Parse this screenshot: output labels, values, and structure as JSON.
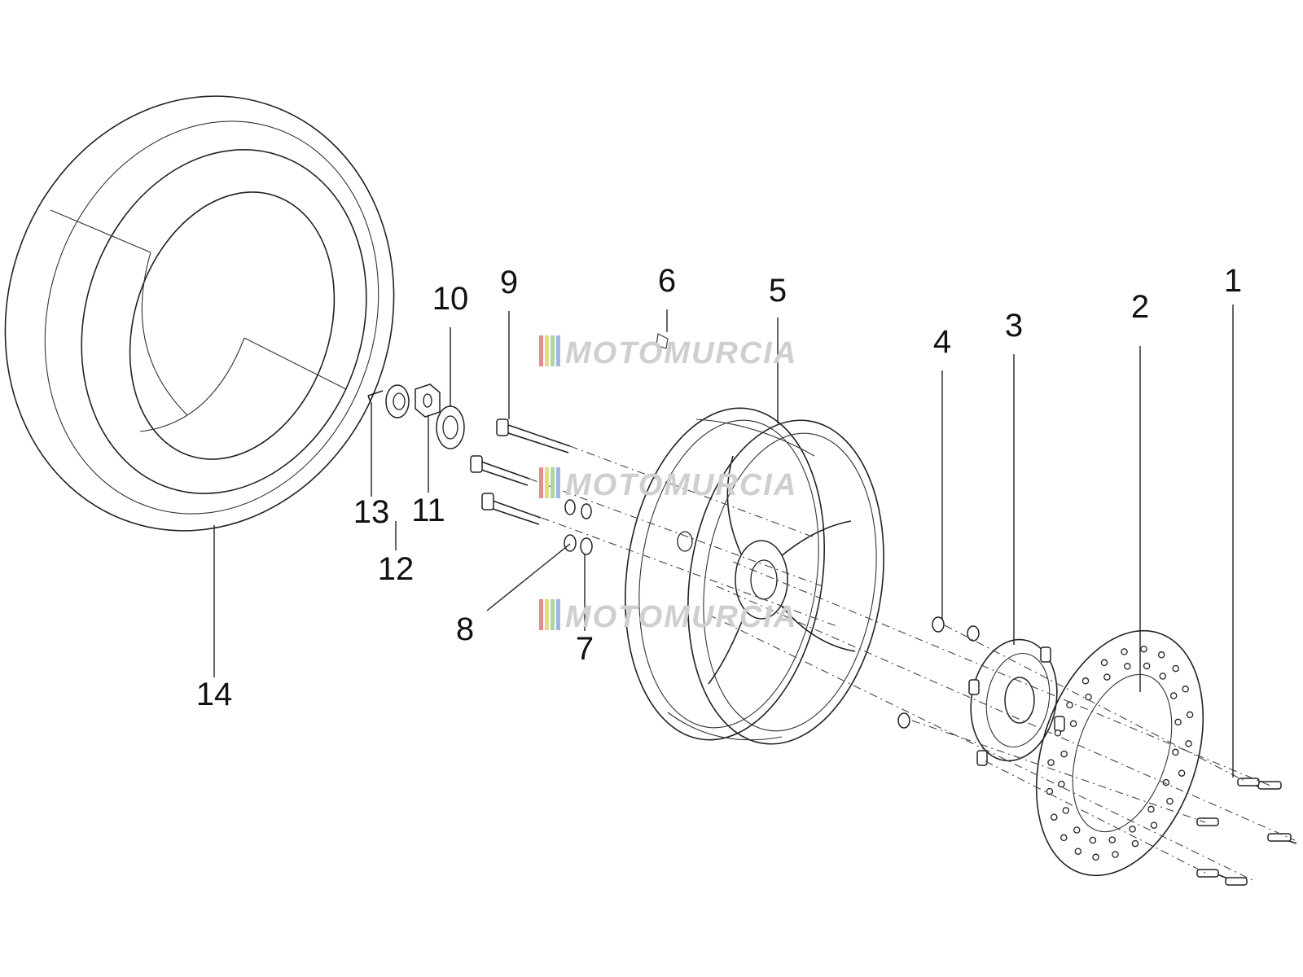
{
  "labels": {
    "p1": "1",
    "p2": "2",
    "p3": "3",
    "p4": "4",
    "p5": "5",
    "p6": "6",
    "p7": "7",
    "p8": "8",
    "p9": "9",
    "p10": "10",
    "p11": "11",
    "p12": "12",
    "p13": "13",
    "p14": "14"
  },
  "watermark": {
    "text": "MOTOMURCIA",
    "stripe_colors": [
      "#e58c8c",
      "#e8d98a",
      "#a8d8a0",
      "#9ab8e0"
    ],
    "text_color": "#cfcfcf"
  }
}
